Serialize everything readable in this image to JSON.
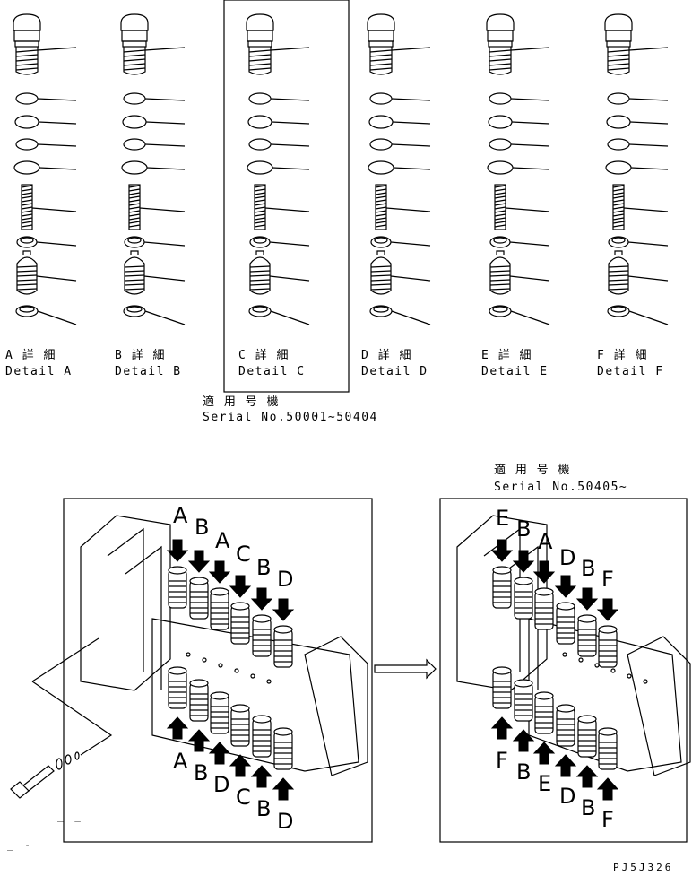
{
  "details": [
    {
      "label_jp": "A 詳 細",
      "label_en": "Detail A"
    },
    {
      "label_jp": "B 詳 細",
      "label_en": "Detail B"
    },
    {
      "label_jp": "C 詳 細",
      "label_en": "Detail C"
    },
    {
      "label_jp": "D 詳 細",
      "label_en": "Detail D"
    },
    {
      "label_jp": "E 詳 細",
      "label_en": "Detail E"
    },
    {
      "label_jp": "F 詳 細",
      "label_en": "Detail F"
    }
  ],
  "serial_left": {
    "title": "適 用 号 機",
    "text": "Serial No.50001~50404"
  },
  "serial_right": {
    "title": "適 用 号 機",
    "text": "Serial No.50405~"
  },
  "left_view": {
    "top_letters": [
      "A",
      "B",
      "A",
      "C",
      "B",
      "D"
    ],
    "bottom_letters": [
      "A",
      "B",
      "D",
      "C",
      "B",
      "D"
    ]
  },
  "right_view": {
    "top_letters": [
      "E",
      "B",
      "A",
      "D",
      "B",
      "F"
    ],
    "bottom_letters": [
      "F",
      "B",
      "E",
      "D",
      "B",
      "F"
    ]
  },
  "bolt_marks": [
    "_ _",
    "_ _",
    "_ -"
  ],
  "drawing_code": "PJ5J326"
}
